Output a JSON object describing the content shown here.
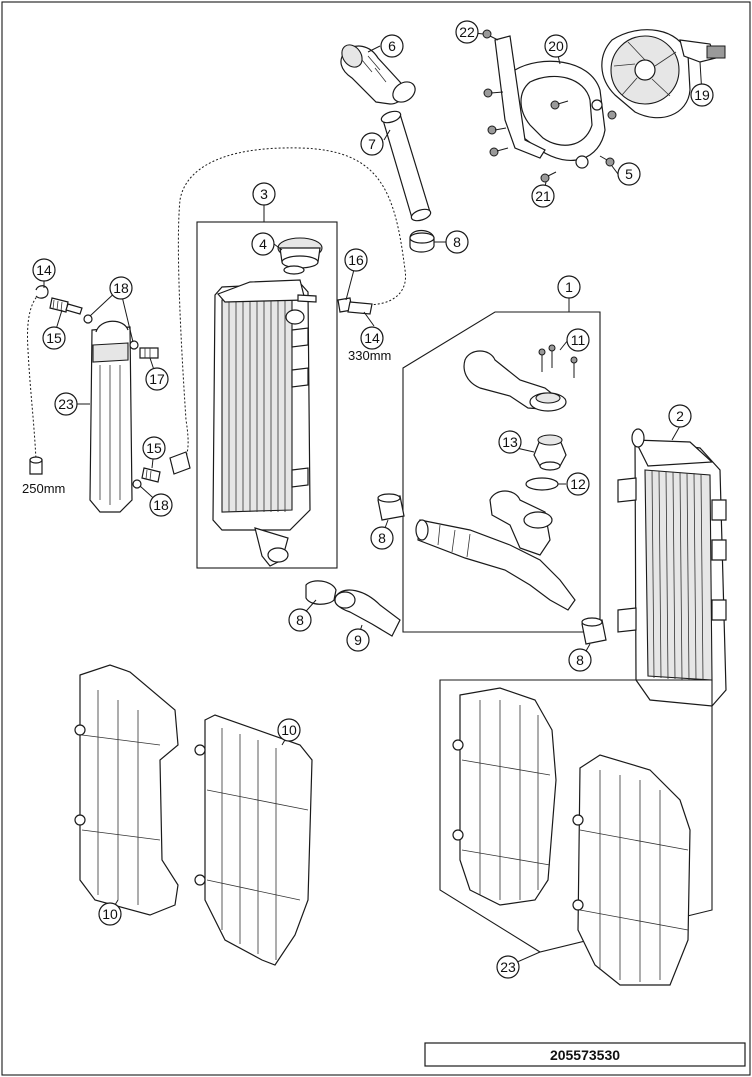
{
  "drawing_code": "205573530",
  "lengths": {
    "hose_a": "250mm",
    "hose_b": "330mm"
  },
  "callouts": [
    {
      "id": "c1",
      "label": "1"
    },
    {
      "id": "c2",
      "label": "2"
    },
    {
      "id": "c3",
      "label": "3"
    },
    {
      "id": "c4",
      "label": "4"
    },
    {
      "id": "c5",
      "label": "5"
    },
    {
      "id": "c6",
      "label": "6"
    },
    {
      "id": "c7",
      "label": "7"
    },
    {
      "id": "c8a",
      "label": "8"
    },
    {
      "id": "c8b",
      "label": "8"
    },
    {
      "id": "c8c",
      "label": "8"
    },
    {
      "id": "c8d",
      "label": "8"
    },
    {
      "id": "c9",
      "label": "9"
    },
    {
      "id": "c10a",
      "label": "10"
    },
    {
      "id": "c10b",
      "label": "10"
    },
    {
      "id": "c11",
      "label": "11"
    },
    {
      "id": "c12",
      "label": "12"
    },
    {
      "id": "c13",
      "label": "13"
    },
    {
      "id": "c14a",
      "label": "14"
    },
    {
      "id": "c14b",
      "label": "14"
    },
    {
      "id": "c15a",
      "label": "15"
    },
    {
      "id": "c15b",
      "label": "15"
    },
    {
      "id": "c16",
      "label": "16"
    },
    {
      "id": "c17",
      "label": "17"
    },
    {
      "id": "c18a",
      "label": "18"
    },
    {
      "id": "c18b",
      "label": "18"
    },
    {
      "id": "c19",
      "label": "19"
    },
    {
      "id": "c20",
      "label": "20"
    },
    {
      "id": "c21",
      "label": "21"
    },
    {
      "id": "c22",
      "label": "22"
    },
    {
      "id": "c23a",
      "label": "23"
    },
    {
      "id": "c23b",
      "label": "23"
    }
  ]
}
